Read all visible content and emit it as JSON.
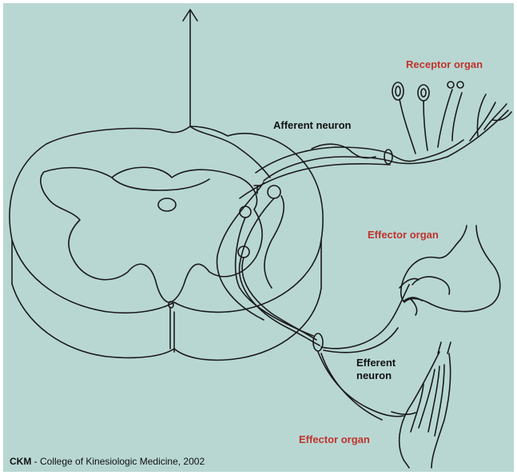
{
  "labels": {
    "receptor_organ": "Receptor organ",
    "afferent_neuron": "Afferent neuron",
    "effector_organ_top": "Effector organ",
    "efferent_neuron_line1": "Efferent",
    "efferent_neuron_line2": "neuron",
    "effector_organ_bottom": "Effector organ"
  },
  "credit": {
    "abbr": "CKM",
    "text": " - College of Kinesiologic Medicine, 2002"
  },
  "colors": {
    "background": "#b8d7d3",
    "label_red": "#c0332b",
    "line": "#1a1a1a"
  }
}
